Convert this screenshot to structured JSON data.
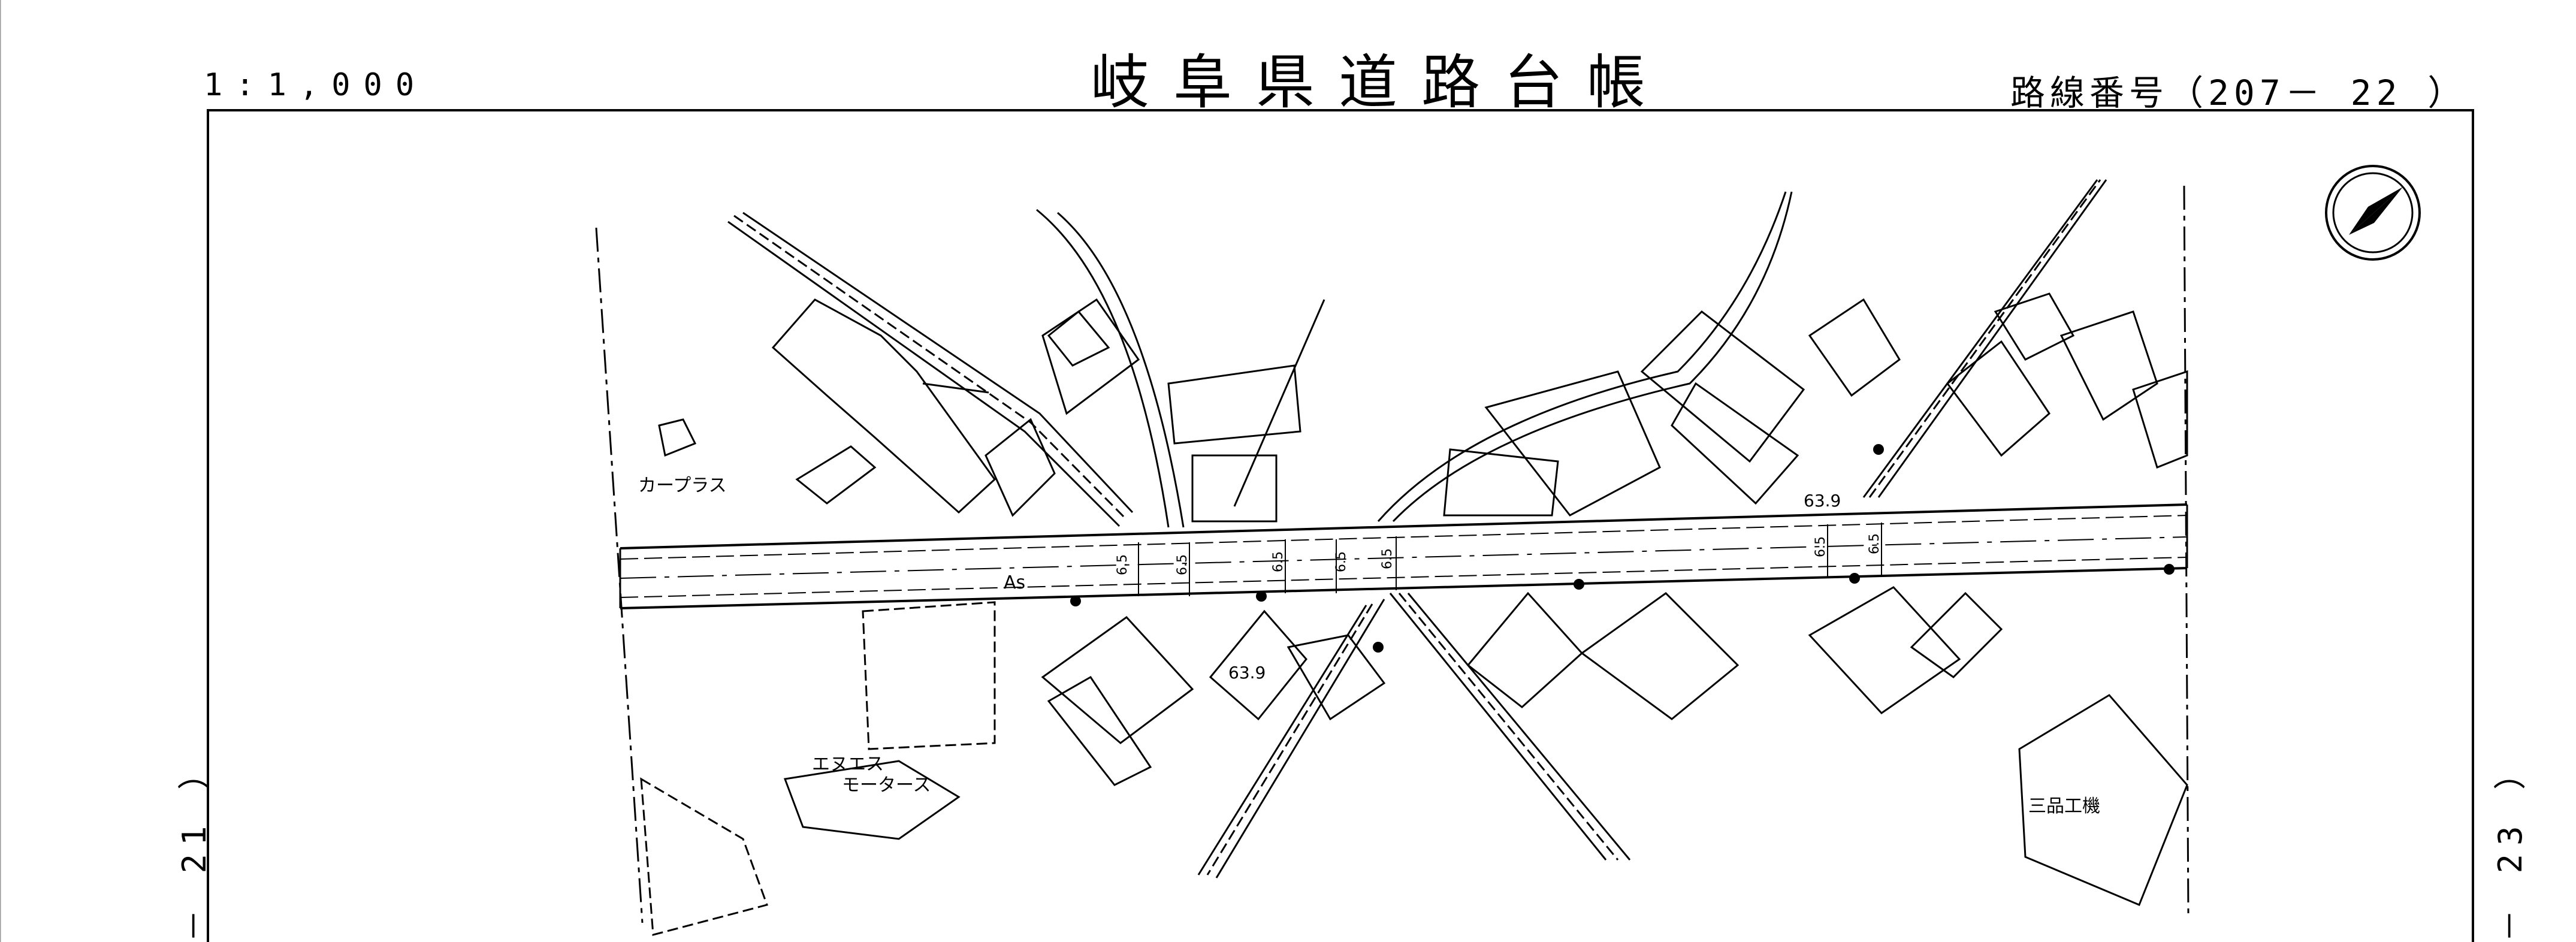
{
  "header": {
    "scale": "1:1,000",
    "title": "岐阜県道路台帳",
    "route_number": "路線番号（207－ 22 ）"
  },
  "sheet_refs": {
    "left": "－ 21 ）",
    "right": "－ 23 ）"
  },
  "map_labels": {
    "business_car_plus": "カープラス",
    "business_enuesu_1": "エヌエス",
    "business_enuesu_2": "モータース",
    "business_sanpin": "三品工機",
    "surface": "As",
    "elevation_1": "63.9",
    "elevation_2": "63.9",
    "width_label": "6.5",
    "north_icon": "north-arrow"
  }
}
